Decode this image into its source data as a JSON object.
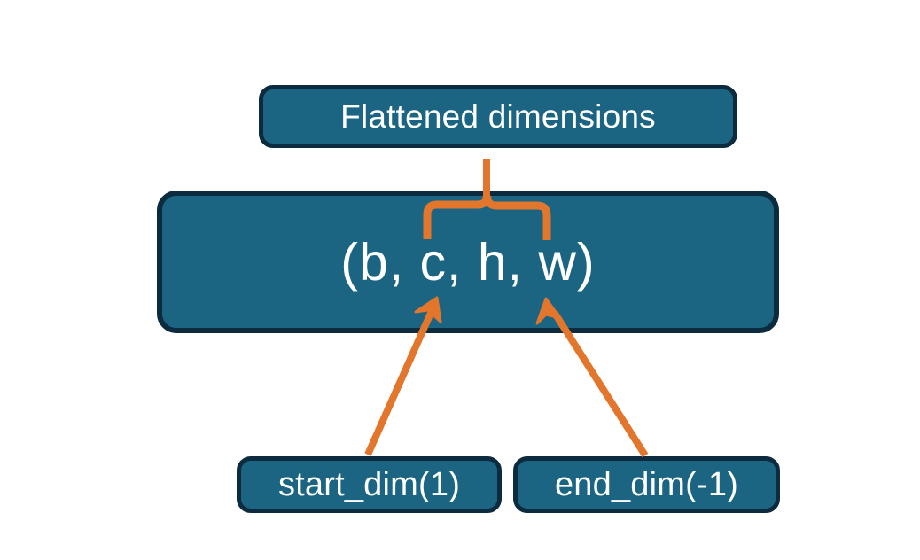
{
  "diagram": {
    "title": "Flatten dimensions diagram",
    "background_color": "#FFFFFF",
    "node_fill_color": "#1B6583",
    "node_border_color": "#0C2B3F",
    "node_text_color": "#FFFFFF",
    "connector_color": "#E2762C",
    "nodes": {
      "flattened": {
        "label": "Flattened dimensions"
      },
      "shape": {
        "label": "(b, c, h, w)"
      },
      "start_dim": {
        "label": "start_dim(1)"
      },
      "end_dim": {
        "label": "end_dim(-1)"
      }
    },
    "connectors": [
      {
        "name": "brace-over-c-h-w",
        "from": "shape",
        "to": "flattened",
        "style": "curly-brace"
      },
      {
        "name": "arrow-start-dim-to-c",
        "from": "start_dim",
        "to": "shape",
        "style": "arrow"
      },
      {
        "name": "arrow-end-dim-to-w",
        "from": "end_dim",
        "to": "shape",
        "style": "arrow"
      }
    ]
  }
}
